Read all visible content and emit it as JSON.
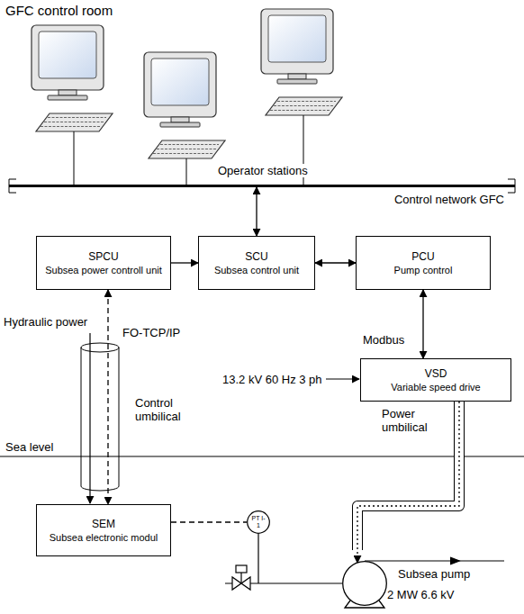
{
  "diagram": {
    "title": "GFC control room",
    "nodes": [
      {
        "text": [
          "Control network GFC"
        ]
      },
      {
        "text": [
          "SPCU",
          "Subsea power controll unit"
        ]
      },
      {
        "text": [
          "SCU",
          "Subsea control unit"
        ]
      },
      {
        "text": [
          "PCU",
          "Pump control"
        ]
      },
      {
        "text": [
          "VSD",
          "Variable speed drive"
        ]
      },
      {
        "text": [
          "SEM",
          "Subsea electronic modul"
        ]
      },
      {
        "text": [
          "PT I-1"
        ]
      },
      {
        "text": [
          "Subsea pump",
          "2 MW 6.6 kV"
        ]
      }
    ],
    "edges": [
      {
        "from": 1,
        "to": 2,
        "arrow": "to"
      },
      {
        "from": 2,
        "to": 3,
        "arrow": "both"
      },
      {
        "from": 0,
        "to": 2,
        "arrow": "both"
      },
      {
        "from": 3,
        "to": 4,
        "label": "Modbus",
        "arrow": "both"
      },
      {
        "from": 1,
        "to": 5,
        "label": "FO-TCP/IP",
        "arrow": "both"
      },
      {
        "from": 4,
        "to": 7,
        "label": "Power umbilical",
        "arrow": "to"
      },
      {
        "from": 5,
        "to": 6,
        "arrow": "none"
      }
    ],
    "labels": [
      "Operator stations",
      "Hydraulic power",
      "Control umbilical",
      "13.2 kV 60 Hz 3 ph",
      "Sea level"
    ]
  }
}
